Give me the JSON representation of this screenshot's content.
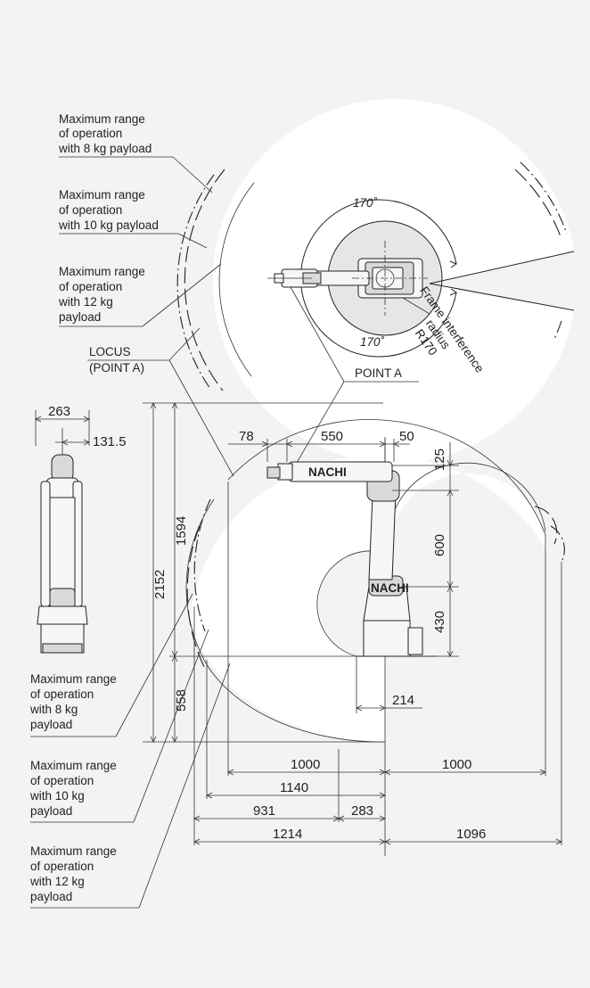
{
  "labels": {
    "range_8kg_top": [
      "Maximum range",
      "of operation",
      "with 8 kg payload"
    ],
    "range_10kg_top": [
      "Maximum range",
      "of operation",
      "with 10 kg payload"
    ],
    "range_12kg_top": [
      "Maximum range",
      "of operation",
      "with 12 kg",
      "payload"
    ],
    "locus": [
      "LOCUS",
      "(POINT A)"
    ],
    "point_a": "POINT A",
    "frame_interference": [
      "Frame interference",
      "radius",
      "R170"
    ],
    "angle_top": "170˚",
    "angle_bottom": "170˚",
    "range_8kg_bottom": [
      "Maximum range",
      "of operation",
      "with 8 kg",
      "payload"
    ],
    "range_10kg_bottom": [
      "Maximum range",
      "of operation",
      "with 10 kg",
      "payload"
    ],
    "range_12kg_bottom": [
      "Maximum range",
      "of operation",
      "with 12 kg",
      "payload"
    ],
    "brand": "NACHI"
  },
  "dimensions": {
    "front_width": "263",
    "front_half_width": "131.5",
    "d78": "78",
    "d550": "550",
    "d50": "50",
    "d125": "125",
    "d600": "600",
    "d430": "430",
    "d2152": "2152",
    "d1594": "1594",
    "d558": "558",
    "d214": "214",
    "d1000_left": "1000",
    "d1000_right": "1000",
    "d1140": "1140",
    "d931": "931",
    "d283": "283",
    "d1214": "1214",
    "d1096": "1096"
  },
  "colors": {
    "background": "#f3f3f3",
    "range_area": "#ffffff",
    "frame_zone": "#e6e6e6",
    "line": "#222222"
  }
}
